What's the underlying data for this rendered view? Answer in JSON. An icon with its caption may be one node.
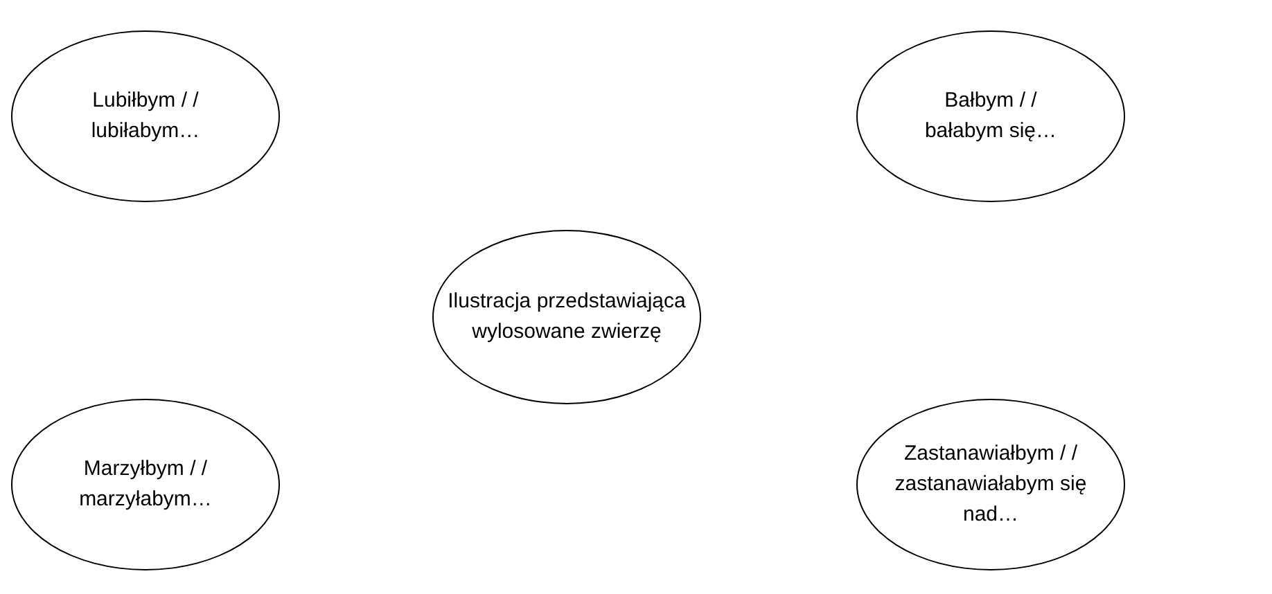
{
  "diagram": {
    "nodes": [
      {
        "text": [
          "Lubiłbym / / lubiłabym…"
        ]
      },
      {
        "text": [
          "Bałbym / / bałabym się…"
        ]
      },
      {
        "text": [
          "Ilustracja przedstawiająca wylosowane zwierzę"
        ]
      },
      {
        "text": [
          "Marzyłbym / / marzyłabym…"
        ]
      },
      {
        "text": [
          "Zastanawiałbym / / zastanawiałabym się nad…"
        ]
      }
    ]
  }
}
